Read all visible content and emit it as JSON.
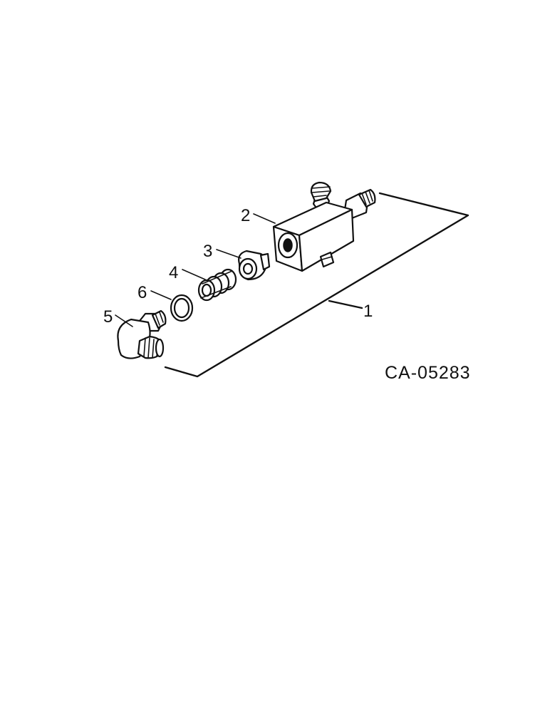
{
  "diagram": {
    "part_code": "CA-05283",
    "callouts": [
      "1",
      "2",
      "3",
      "4",
      "5",
      "6"
    ]
  },
  "colors": {
    "ink": "#111111",
    "paper": "#ffffff"
  }
}
